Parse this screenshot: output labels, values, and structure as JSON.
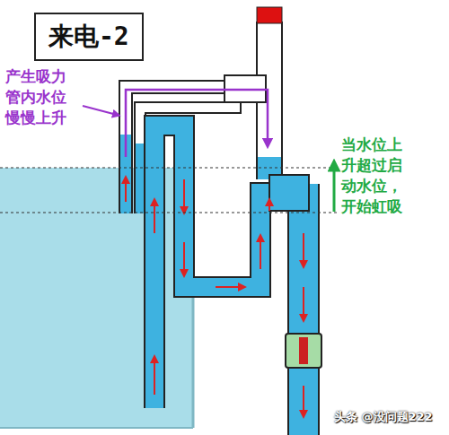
{
  "diagram": {
    "title": "来电-2",
    "labels": [
      "产生吸力 管内水位 慢慢上升",
      "当水位上 升超过启 动水位， 开始虹吸",
      "头条 @没问题222"
    ]
  }
}
